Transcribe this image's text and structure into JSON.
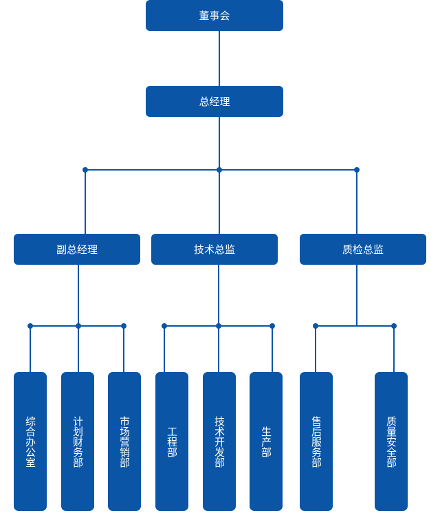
{
  "chart": {
    "top": "董事会",
    "ceo": "总经理",
    "managers": [
      "副总经理",
      "技术总监",
      "质检总监"
    ],
    "departments": [
      "综合办公室",
      "计划财务部",
      "市场营销部",
      "工程部",
      "技术开发部",
      "生产部",
      "售后服务部",
      "质量安全部"
    ]
  },
  "colors": {
    "box": "#0a55a6",
    "line": "#0a55a6",
    "text": "#ffffff"
  }
}
